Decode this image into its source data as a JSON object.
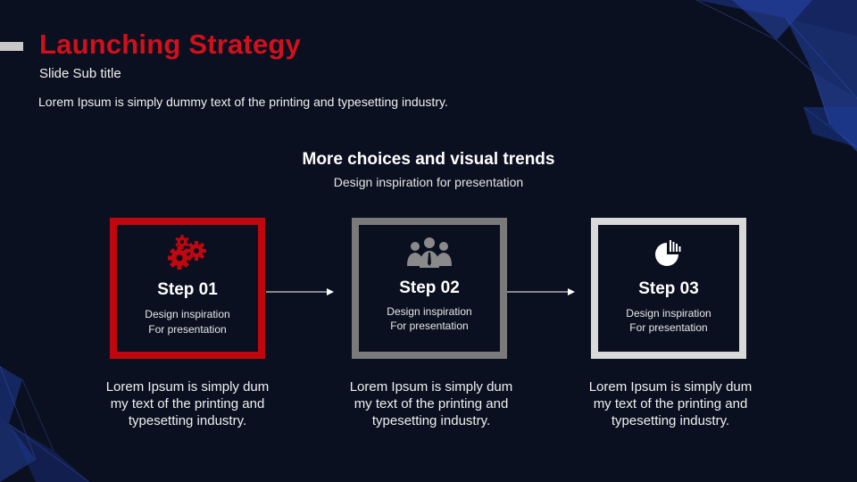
{
  "slide": {
    "title": "Launching Strategy",
    "subtitle": "Slide Sub title",
    "intro": "Lorem Ipsum is simply dummy text of the printing and typesetting industry."
  },
  "section": {
    "heading": "More choices and visual trends",
    "subheading": "Design inspiration for presentation"
  },
  "steps": [
    {
      "label": "Step 01",
      "desc_line1": "Design inspiration",
      "desc_line2": "For presentation",
      "icon": "gears-icon",
      "border_color": "#c0070f",
      "caption_line1": "Lorem Ipsum is simply dum",
      "caption_line2": "my text of the printing and",
      "caption_line3": "typesetting industry."
    },
    {
      "label": "Step 02",
      "desc_line1": "Design inspiration",
      "desc_line2": "For presentation",
      "icon": "team-icon",
      "border_color": "#7a7a7a",
      "caption_line1": "Lorem Ipsum is simply dum",
      "caption_line2": "my text of the printing and",
      "caption_line3": "typesetting industry."
    },
    {
      "label": "Step 03",
      "desc_line1": "Design inspiration",
      "desc_line2": "For presentation",
      "icon": "pie-chart-icon",
      "border_color": "#d9d9d9",
      "caption_line1": "Lorem Ipsum is simply dum",
      "caption_line2": "my text of the printing and",
      "caption_line3": "typesetting industry."
    }
  ],
  "colors": {
    "background": "#0b1020",
    "title": "#d0101a",
    "accent_blue": "#1f3f9e"
  }
}
